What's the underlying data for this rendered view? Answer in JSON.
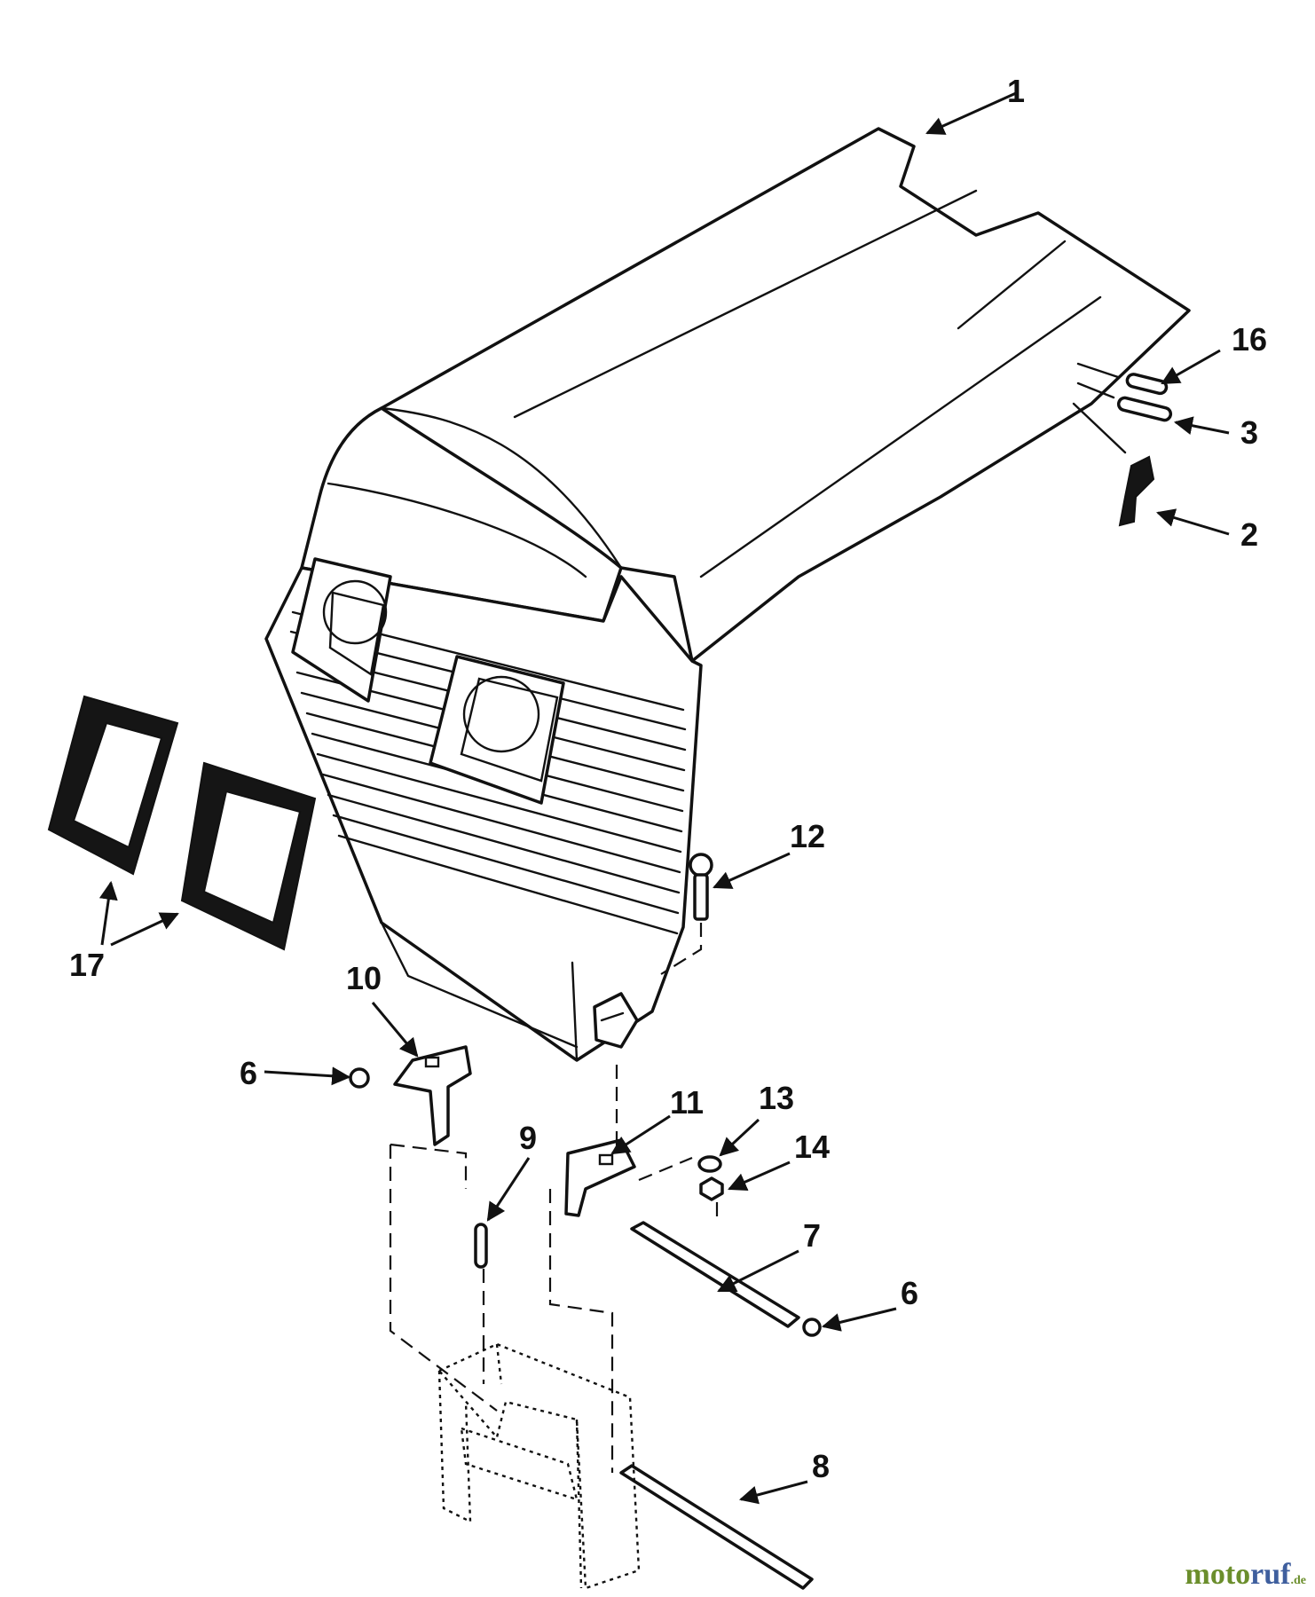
{
  "diagram": {
    "callouts": [
      {
        "id": "c1",
        "label": "1"
      },
      {
        "id": "c16",
        "label": "16"
      },
      {
        "id": "c3",
        "label": "3"
      },
      {
        "id": "c2",
        "label": "2"
      },
      {
        "id": "c12",
        "label": "12"
      },
      {
        "id": "c17",
        "label": "17"
      },
      {
        "id": "c10",
        "label": "10"
      },
      {
        "id": "c6a",
        "label": "6"
      },
      {
        "id": "c11",
        "label": "11"
      },
      {
        "id": "c13",
        "label": "13"
      },
      {
        "id": "c14",
        "label": "14"
      },
      {
        "id": "c9",
        "label": "9"
      },
      {
        "id": "c7",
        "label": "7"
      },
      {
        "id": "c6b",
        "label": "6"
      },
      {
        "id": "c8",
        "label": "8"
      }
    ],
    "colors": {
      "ink": "#111111",
      "watermark_green": "#6b8e2c",
      "watermark_blue": "#3f5f9e"
    }
  },
  "watermark": {
    "part1": "moto",
    "part2": "ruf",
    "part3": ".de"
  }
}
